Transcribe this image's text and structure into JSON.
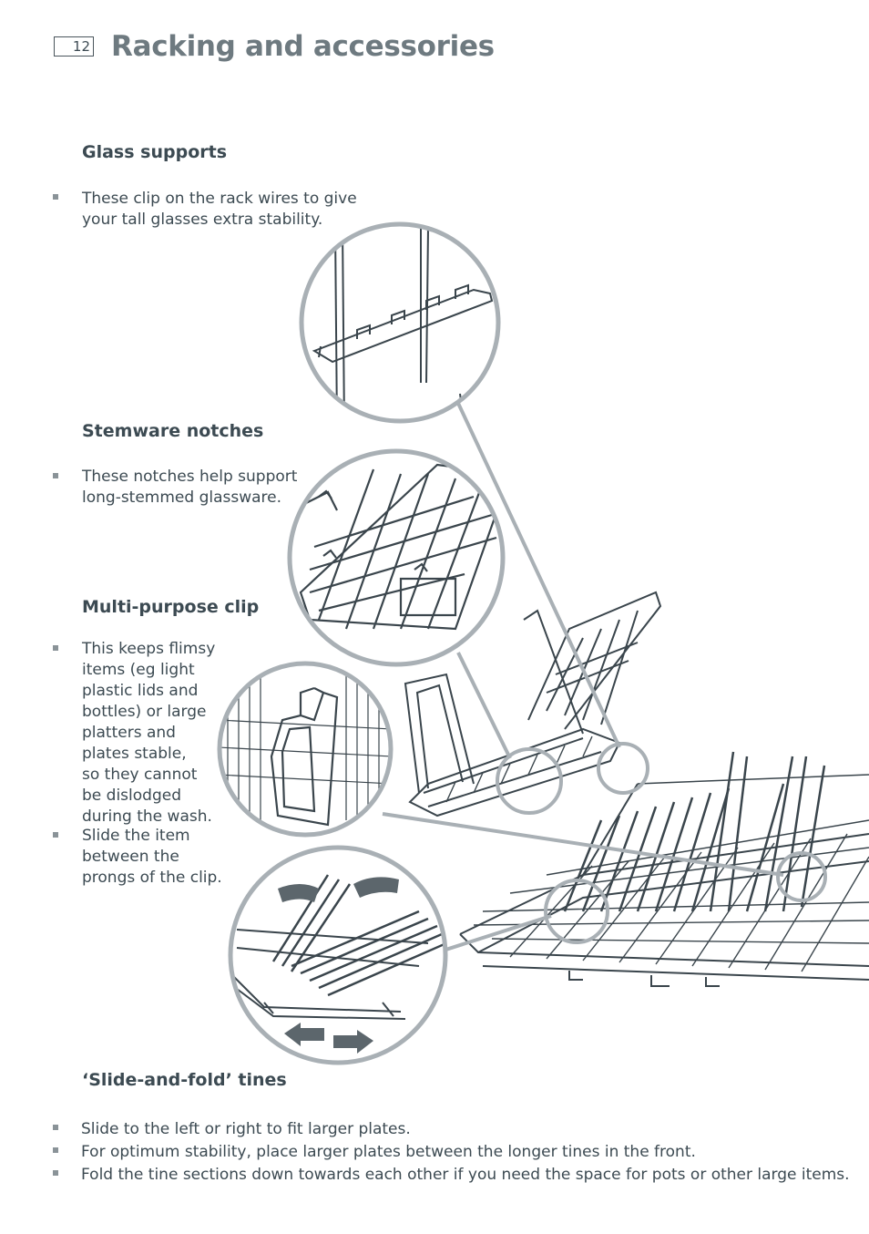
{
  "page_number": "12",
  "title": "Racking and accessories",
  "sections": {
    "glass_supports": {
      "heading": "Glass supports",
      "bullet_line1": "These clip on the rack wires to give",
      "bullet_line2": "your tall glasses extra stability."
    },
    "stemware_notches": {
      "heading": "Stemware notches",
      "bullet_line1": "These notches help support",
      "bullet_line2": "long-stemmed glassware."
    },
    "multi_purpose_clip": {
      "heading": "Multi-purpose clip",
      "bullet1_lines": [
        "This keeps flimsy",
        "items (eg light",
        "plastic lids and",
        "bottles) or large",
        "platters and",
        "plates stable,",
        "so they cannot",
        "be dislodged",
        "during the wash."
      ],
      "bullet2_lines": [
        "Slide the item",
        "between the",
        "prongs of the clip."
      ]
    },
    "slide_and_fold": {
      "heading": "‘Slide-and-fold’ tines",
      "bullets": [
        "Slide to the left or right to fit larger plates.",
        "For optimum stability, place larger plates between the longer tines in the front.",
        "Fold the tine sections down towards each other if you need the space for pots or other large items."
      ]
    }
  },
  "colors": {
    "text": "#3c4a52",
    "title": "#6e7a80",
    "callout_circle": "#a9b0b5",
    "line_art": "#3a454c",
    "arrow_fill": "#5c666c"
  },
  "icons": [
    "bullet-square-icon",
    "left-arrow-icon",
    "right-arrow-icon",
    "curved-arrow-icon"
  ]
}
